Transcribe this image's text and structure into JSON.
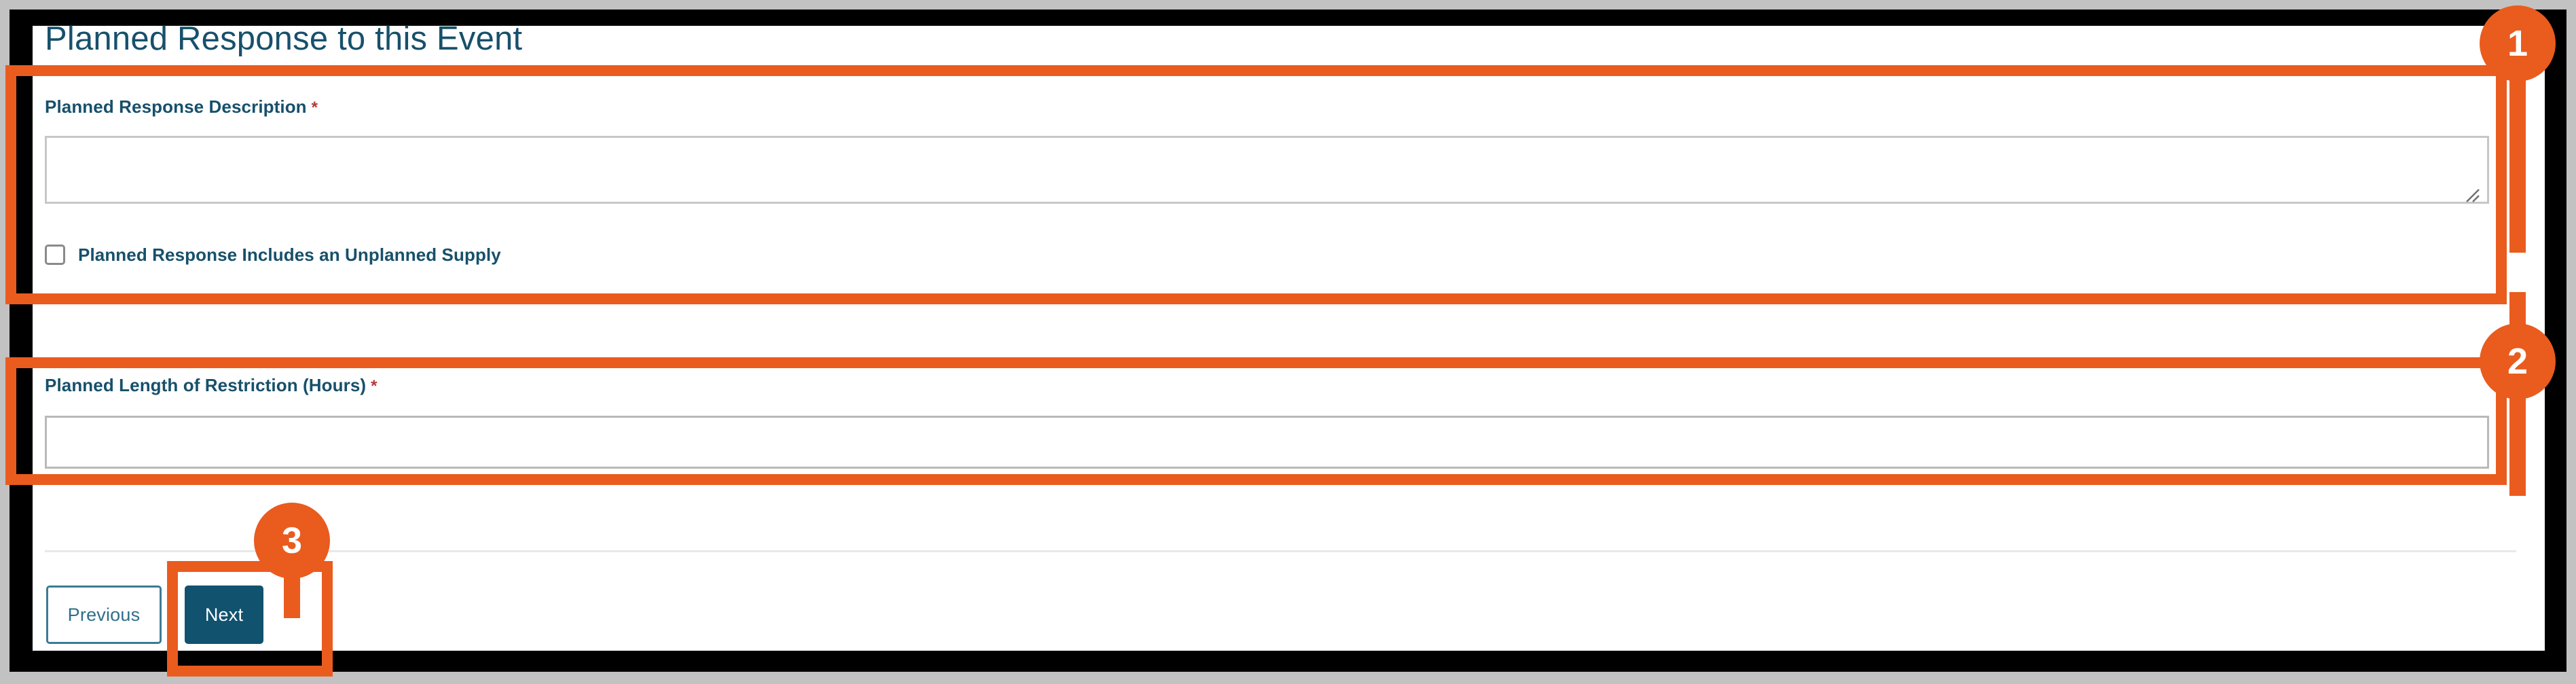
{
  "window": {
    "frame_color": "#000000",
    "background_color": "#c2c2c2",
    "surface_color": "#ffffff"
  },
  "theme": {
    "brand_blue": "#17506b",
    "primary_button_bg": "#11526f",
    "secondary_button_border": "#3c7b94",
    "annotation_orange": "#ea5b1e",
    "required_star": "#b33a3a",
    "input_border": "#c7c7c7",
    "divider": "#e8e8e8"
  },
  "card": {
    "title": "Planned Response to this Event"
  },
  "form": {
    "fields": [
      {
        "id": "planned-response-description",
        "label": "Planned Response Description",
        "required": true,
        "required_marker": "*",
        "type": "textarea",
        "value": "",
        "placeholder": ""
      },
      {
        "id": "planned-length-of-restriction",
        "label": "Planned Length of Restriction (Hours)",
        "required": true,
        "required_marker": "*",
        "type": "text",
        "value": "",
        "placeholder": ""
      }
    ],
    "checkbox": {
      "id": "planned-response-includes-unplanned-supply",
      "label": "Planned Response Includes an Unplanned Supply",
      "checked": false
    }
  },
  "footer": {
    "previous_label": "Previous",
    "next_label": "Next"
  },
  "annotations": [
    {
      "number": "1",
      "target": "planned-response-description-section",
      "description": "Highlights the Planned Response Description textarea and the unplanned supply checkbox"
    },
    {
      "number": "2",
      "target": "planned-length-of-restriction-section",
      "description": "Highlights the Planned Length of Restriction (Hours) input"
    },
    {
      "number": "3",
      "target": "next-button",
      "description": "Highlights the Next button"
    }
  ]
}
